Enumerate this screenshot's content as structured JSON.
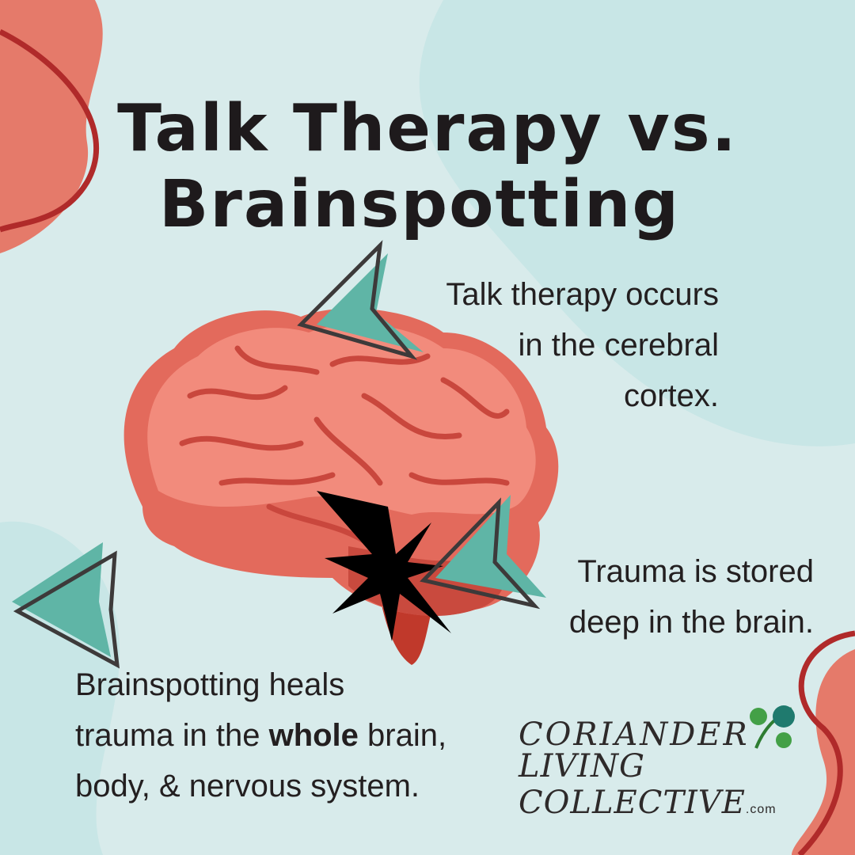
{
  "title": {
    "line1": "Talk Therapy vs.",
    "line2": "Brainspotting"
  },
  "callouts": {
    "cortex": [
      "Talk therapy occurs",
      "in the cerebral",
      "cortex."
    ],
    "trauma": [
      "Trauma is stored",
      "deep in the brain."
    ],
    "brainspotting": {
      "line1": "Brainspotting heals",
      "line2_pre": "trauma in the ",
      "line2_bold": "whole",
      "line2_post": " brain,",
      "line3": "body, & nervous system."
    }
  },
  "logo": {
    "line1": "CORIANDER",
    "line2": "LIVING COLLECTIVE",
    ".com": ".com"
  },
  "colors": {
    "background": "#d8ebeb",
    "blob": "#c8e6e6",
    "coral": "#e57a6a",
    "dark_red": "#b02a2a",
    "teal": "#5fb5a6",
    "text": "#231f20"
  }
}
